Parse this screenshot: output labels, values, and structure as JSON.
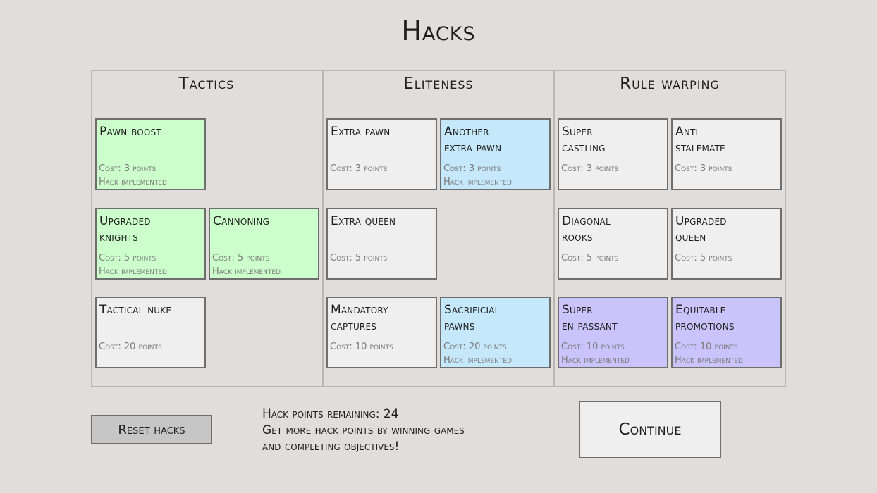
{
  "title": "Hacks",
  "columns": [
    {
      "heading": "Tactics"
    },
    {
      "heading": "Eliteness"
    },
    {
      "heading": "Rule warping"
    }
  ],
  "cards": [
    {
      "name": "Pawn boost",
      "cost": "Cost: 3 points",
      "status": "Hack implemented"
    },
    {
      "name": "Upgraded\nknights",
      "cost": "Cost: 5 points",
      "status": "Hack implemented"
    },
    {
      "name": "Cannoning",
      "cost": "Cost: 5 points",
      "status": "Hack implemented"
    },
    {
      "name": "Tactical nuke",
      "cost": "Cost: 20 points",
      "status": ""
    },
    {
      "name": "Extra pawn",
      "cost": "Cost: 3 points",
      "status": ""
    },
    {
      "name": "Another\nextra pawn",
      "cost": "Cost: 3 points",
      "status": "Hack implemented"
    },
    {
      "name": "Extra queen",
      "cost": "Cost: 5 points",
      "status": ""
    },
    {
      "name": "Mandatory\ncaptures",
      "cost": "Cost: 10 points",
      "status": ""
    },
    {
      "name": "Sacrificial\npawns",
      "cost": "Cost: 20 points",
      "status": "Hack implemented"
    },
    {
      "name": "Super\ncastling",
      "cost": "Cost: 3 points",
      "status": ""
    },
    {
      "name": "Anti\nstalemate",
      "cost": "Cost: 3 points",
      "status": ""
    },
    {
      "name": "Diagonal\nrooks",
      "cost": "Cost: 5 points",
      "status": ""
    },
    {
      "name": "Upgraded\nqueen",
      "cost": "Cost: 5 points",
      "status": ""
    },
    {
      "name": "Super\nen passant",
      "cost": "Cost: 10 points",
      "status": "Hack implemented"
    },
    {
      "name": "Equitable\npromotions",
      "cost": "Cost: 10 points",
      "status": "Hack implemented"
    }
  ],
  "colors": {
    "unimplemented": "#efefef",
    "tactics_implemented": "#ccffcc",
    "eliteness_implemented": "#c6e8fb",
    "rule_warping_implemented": "#c9c4fb"
  },
  "footer": {
    "reset_label": "Reset hacks",
    "points_line": "Hack points remaining: 24",
    "hint_line1": "Get more hack points by winning games",
    "hint_line2": "and completing objectives!",
    "continue_label": "Continue"
  }
}
